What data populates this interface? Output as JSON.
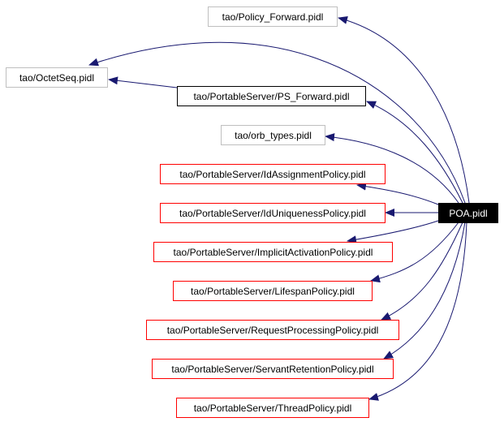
{
  "root": {
    "label": "POA.pidl"
  },
  "nodes": [
    {
      "id": "policy_forward",
      "label": "tao/Policy_Forward.pidl",
      "border": "#bfbfbf"
    },
    {
      "id": "octetseq",
      "label": "tao/OctetSeq.pidl",
      "border": "#bfbfbf"
    },
    {
      "id": "ps_forward",
      "label": "tao/PortableServer/PS_Forward.pidl",
      "border": "#000000"
    },
    {
      "id": "orb_types",
      "label": "tao/orb_types.pidl",
      "border": "#bfbfbf"
    },
    {
      "id": "idassignment",
      "label": "tao/PortableServer/IdAssignmentPolicy.pidl",
      "border": "#ff0000"
    },
    {
      "id": "iduniqueness",
      "label": "tao/PortableServer/IdUniquenessPolicy.pidl",
      "border": "#ff0000"
    },
    {
      "id": "implicitactivation",
      "label": "tao/PortableServer/ImplicitActivationPolicy.pidl",
      "border": "#ff0000"
    },
    {
      "id": "lifespan",
      "label": "tao/PortableServer/LifespanPolicy.pidl",
      "border": "#ff0000"
    },
    {
      "id": "requestprocessing",
      "label": "tao/PortableServer/RequestProcessingPolicy.pidl",
      "border": "#ff0000"
    },
    {
      "id": "servantretention",
      "label": "tao/PortableServer/ServantRetentionPolicy.pidl",
      "border": "#ff0000"
    },
    {
      "id": "threadpolicy",
      "label": "tao/PortableServer/ThreadPolicy.pidl",
      "border": "#ff0000"
    }
  ],
  "edges": [
    {
      "from": "POA.pidl",
      "to": "tao/Policy_Forward.pidl"
    },
    {
      "from": "POA.pidl",
      "to": "tao/OctetSeq.pidl"
    },
    {
      "from": "POA.pidl",
      "to": "tao/PortableServer/PS_Forward.pidl"
    },
    {
      "from": "tao/PortableServer/PS_Forward.pidl",
      "to": "tao/OctetSeq.pidl"
    },
    {
      "from": "POA.pidl",
      "to": "tao/orb_types.pidl"
    },
    {
      "from": "POA.pidl",
      "to": "tao/PortableServer/IdAssignmentPolicy.pidl"
    },
    {
      "from": "POA.pidl",
      "to": "tao/PortableServer/IdUniquenessPolicy.pidl"
    },
    {
      "from": "POA.pidl",
      "to": "tao/PortableServer/ImplicitActivationPolicy.pidl"
    },
    {
      "from": "POA.pidl",
      "to": "tao/PortableServer/LifespanPolicy.pidl"
    },
    {
      "from": "POA.pidl",
      "to": "tao/PortableServer/RequestProcessingPolicy.pidl"
    },
    {
      "from": "POA.pidl",
      "to": "tao/PortableServer/ServantRetentionPolicy.pidl"
    },
    {
      "from": "POA.pidl",
      "to": "tao/PortableServer/ThreadPolicy.pidl"
    }
  ],
  "colors": {
    "edge": "#191970",
    "root_fill": "#000000",
    "root_text": "#ffffff"
  }
}
